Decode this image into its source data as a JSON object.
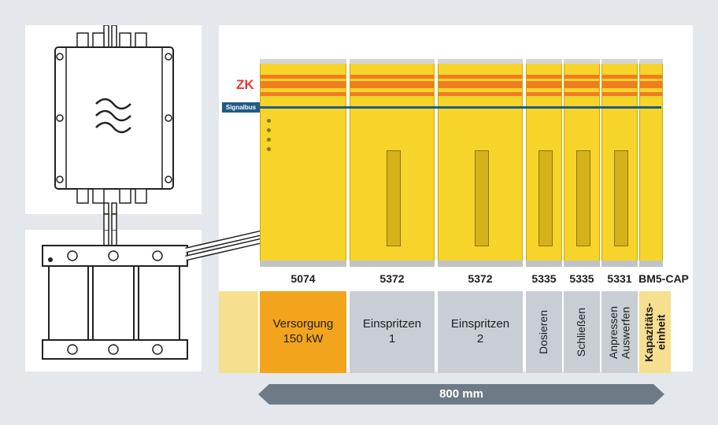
{
  "diagram": {
    "bus_label": "ZK",
    "signalbus_label": "Signalbus",
    "modules": [
      {
        "label": "5074",
        "function": "Versorgung\n150 kW"
      },
      {
        "label": "5372",
        "function": "Einspritzen\n1"
      },
      {
        "label": "5372",
        "function": "Einspritzen\n2"
      },
      {
        "label": "5335",
        "function": "Dosieren"
      },
      {
        "label": "5335",
        "function": "Schließen"
      },
      {
        "label": "5331",
        "function": "Anpressen\nAuswerfen"
      },
      {
        "label": "BM5-CAP",
        "function": "Kapazitäts-\neinheit"
      }
    ],
    "dimension_label": "800 mm",
    "colors": {
      "module_yellow": "#f7d42a",
      "stripe_orange": "#f07c22",
      "supply_highlight": "#f2a41d",
      "function_gray": "#c8ced4",
      "capacity_beige": "#f6df8f",
      "signalbus_blue": "#1f5a86",
      "zk_red": "#e23b35",
      "dimension_arrow": "#6e7b87"
    },
    "icons": [
      "filter-sine-icon",
      "choke-icon"
    ]
  }
}
